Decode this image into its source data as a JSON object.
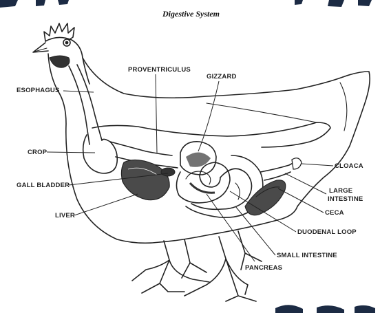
{
  "title": "Digestive System",
  "labels": {
    "esophagus": "ESOPHAGUS",
    "proventriculus": "PROVENTRICULUS",
    "gizzard": "GIZZARD",
    "crop": "CROP",
    "gall_bladder": "GALL BLADDER",
    "liver": "LIVER",
    "cloaca": "CLOACA",
    "large_intestine_1": "LARGE",
    "large_intestine_2": "INTESTINE",
    "ceca": "CECA",
    "duodenal_loop": "DUODENAL LOOP",
    "small_intestine": "SMALL INTESTINE",
    "pancreas": "PANCREAS"
  },
  "colors": {
    "ink": "#222222",
    "banner": "#1c2b44",
    "organ_shade": "#555555"
  }
}
